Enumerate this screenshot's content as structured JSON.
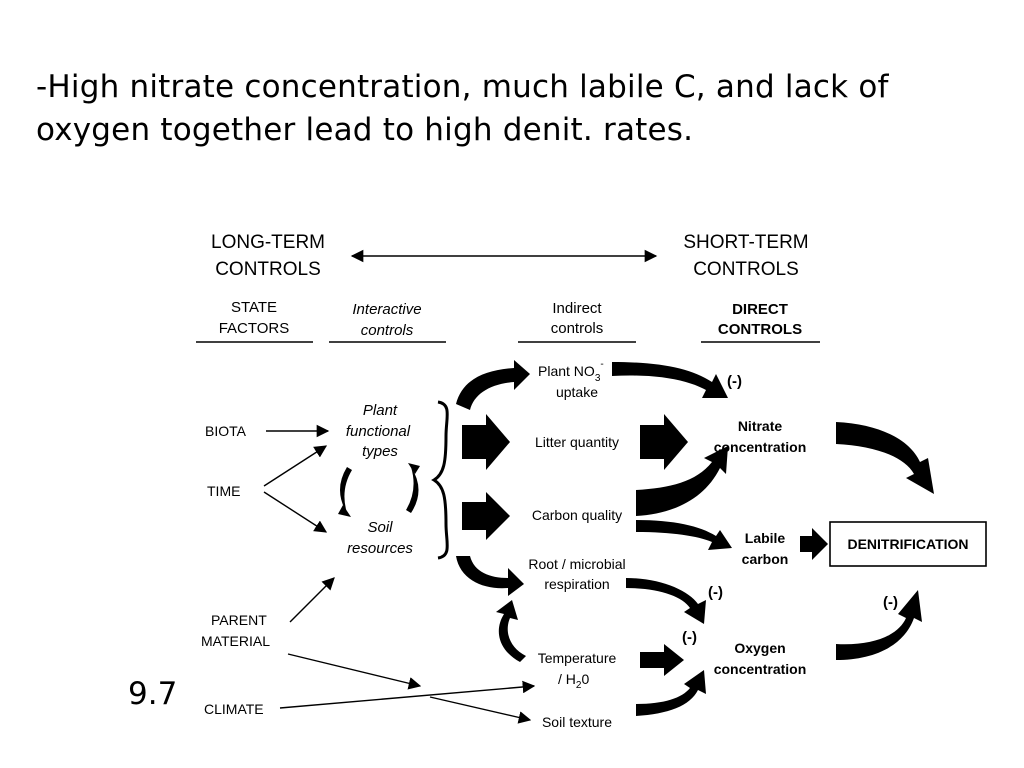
{
  "slide": {
    "title_line1": "-High nitrate concentration, much labile C, and lack of",
    "title_line2": "oxygen together lead to high denit. rates.",
    "number": "9.7"
  },
  "diagram": {
    "headers": {
      "long_term_1": "LONG-TERM",
      "long_term_2": "CONTROLS",
      "short_term_1": "SHORT-TERM",
      "short_term_2": "CONTROLS"
    },
    "columns": {
      "state_1": "STATE",
      "state_2": "FACTORS",
      "interactive_1": "Interactive",
      "interactive_2": "controls",
      "indirect_1": "Indirect",
      "indirect_2": "controls",
      "direct_1": "DIRECT",
      "direct_2": "CONTROLS"
    },
    "state_factors": {
      "biota": "BIOTA",
      "time": "TIME",
      "parent_1": "PARENT",
      "parent_2": "MATERIAL",
      "climate": "CLIMATE"
    },
    "interactive": {
      "plant_1": "Plant",
      "plant_2": "functional",
      "plant_3": "types",
      "soil_1": "Soil",
      "soil_2": "resources"
    },
    "indirect": {
      "uptake_1": "Plant NO",
      "uptake_sub": "3",
      "uptake_sup": "-",
      "uptake_2": "uptake",
      "litter": "Litter quantity",
      "carbon_quality": "Carbon quality",
      "root_1": "Root / microbial",
      "root_2": "respiration",
      "temp_1": "Temperature",
      "temp_2a": "/ H",
      "temp_sub": "2",
      "temp_2b": "0",
      "texture": "Soil texture"
    },
    "direct": {
      "nitrate_1": "Nitrate",
      "nitrate_2": "concentration",
      "labile_1": "Labile",
      "labile_2": "carbon",
      "oxygen_1": "Oxygen",
      "oxygen_2": "concentration"
    },
    "outcome": "DENITRIFICATION",
    "negative_marks": {
      "uptake": "(-)",
      "respiration": "(-)",
      "temperature": "(-)",
      "oxygen": "(-)"
    }
  }
}
